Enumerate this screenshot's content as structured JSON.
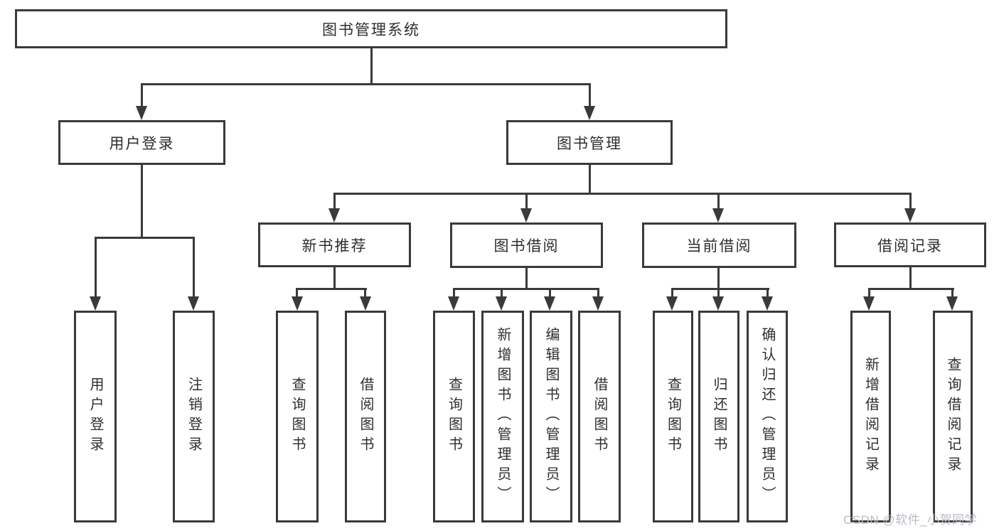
{
  "diagram_title": "图书管理系统",
  "tree": {
    "label": "图书管理系统",
    "children": [
      {
        "label": "用户登录",
        "children": [
          {
            "label": "用户登录"
          },
          {
            "label": "注销登录"
          }
        ]
      },
      {
        "label": "图书管理",
        "children": [
          {
            "label": "新书推荐",
            "children": [
              {
                "label": "查询图书"
              },
              {
                "label": "借阅图书"
              }
            ]
          },
          {
            "label": "图书借阅",
            "children": [
              {
                "label": "查询图书"
              },
              {
                "label": "新增图书（管理员）"
              },
              {
                "label": "编辑图书（管理员）"
              },
              {
                "label": "借阅图书"
              }
            ]
          },
          {
            "label": "当前借阅",
            "children": [
              {
                "label": "查询图书"
              },
              {
                "label": "归还图书"
              },
              {
                "label": "确认归还（管理员）"
              }
            ]
          },
          {
            "label": "借阅记录",
            "children": [
              {
                "label": "新增借阅记录"
              },
              {
                "label": "查询借阅记录"
              }
            ]
          }
        ]
      }
    ]
  },
  "watermark": {
    "text": "CSDN @软件_小贺同学"
  },
  "colors": {
    "line": "#3a3a3a",
    "text": "#2e2e2e",
    "background": "#ffffff",
    "watermark": "#b7bbc1"
  }
}
